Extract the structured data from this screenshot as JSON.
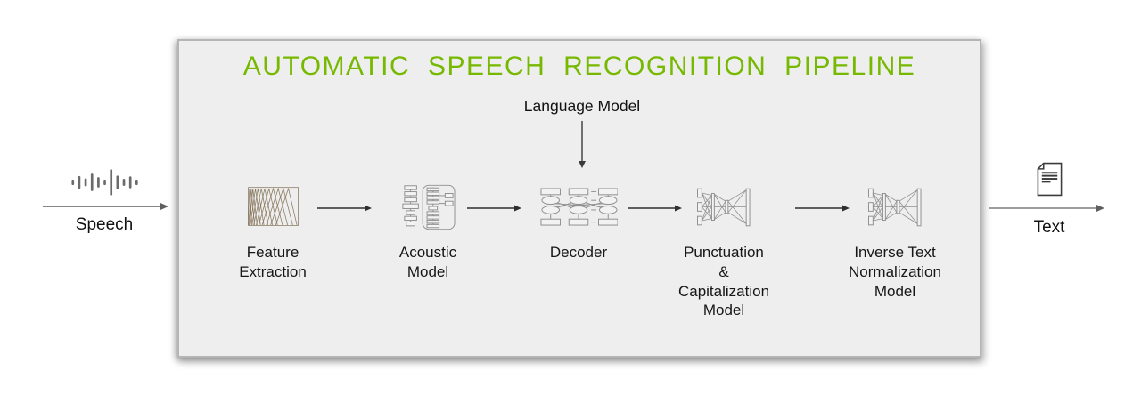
{
  "diagram": {
    "title": "AUTOMATIC SPEECH RECOGNITION PIPELINE",
    "title_color": "#76b900",
    "box_bg": "#eeeeee",
    "border_color": "#b5b5b5"
  },
  "input": {
    "label": "Speech",
    "icon": "audio-waveform-icon"
  },
  "output": {
    "label": "Text",
    "icon": "document-icon"
  },
  "language_model": {
    "label": "Language Model"
  },
  "stages": [
    {
      "name": "feature-extraction",
      "icon": "mel-filterbank-icon",
      "label_lines": [
        "Feature",
        "Extraction"
      ]
    },
    {
      "name": "acoustic-model",
      "icon": "neural-blocks-icon",
      "label_lines": [
        "Acoustic",
        "Model"
      ]
    },
    {
      "name": "decoder",
      "icon": "lattice-icon",
      "label_lines": [
        "Decoder"
      ]
    },
    {
      "name": "punctuation-capitalization-model",
      "icon": "encoder-decoder-icon",
      "label_lines": [
        "Punctuation",
        "&",
        "Capitalization",
        "Model"
      ]
    },
    {
      "name": "inverse-text-normalization-model",
      "icon": "encoder-decoder-icon",
      "label_lines": [
        "Inverse Text",
        "Normalization",
        "Model"
      ]
    }
  ]
}
